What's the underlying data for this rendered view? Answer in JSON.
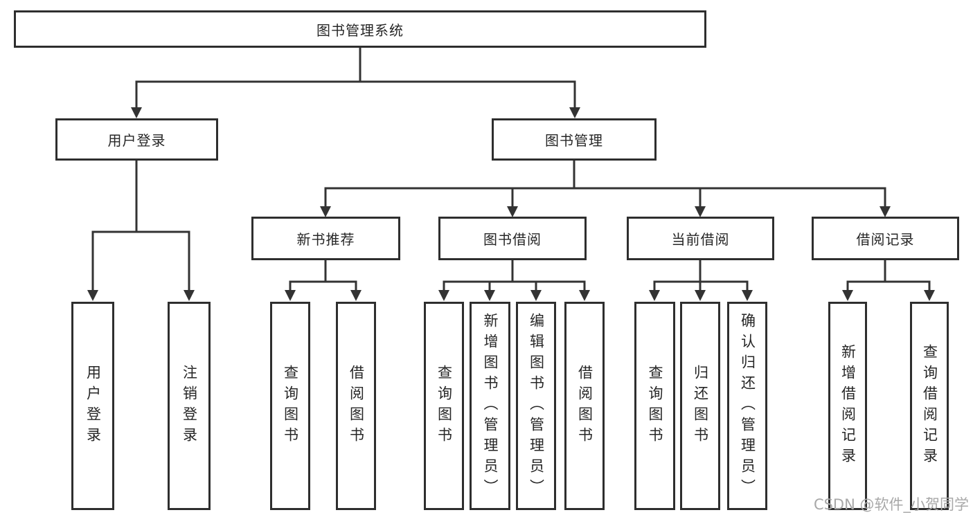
{
  "tree": {
    "label": "图书管理系统",
    "children": [
      {
        "label": "用户登录",
        "children": [
          {
            "label": "用户登录"
          },
          {
            "label": "注销登录"
          }
        ]
      },
      {
        "label": "图书管理",
        "children": [
          {
            "label": "新书推荐",
            "children": [
              {
                "label": "查询图书"
              },
              {
                "label": "借阅图书"
              }
            ]
          },
          {
            "label": "图书借阅",
            "children": [
              {
                "label": "查询图书"
              },
              {
                "label": "新增图书（管理员）"
              },
              {
                "label": "编辑图书（管理员）"
              },
              {
                "label": "借阅图书"
              }
            ]
          },
          {
            "label": "当前借阅",
            "children": [
              {
                "label": "查询图书"
              },
              {
                "label": "归还图书"
              },
              {
                "label": "确认归还（管理员）"
              }
            ]
          },
          {
            "label": "借阅记录",
            "children": [
              {
                "label": "新增借阅记录"
              },
              {
                "label": "查询借阅记录"
              }
            ]
          }
        ]
      }
    ]
  },
  "watermark": "CSDN @软件_小贺同学",
  "colors": {
    "line": "#333333",
    "border": "#2e2e2e",
    "text": "#262626",
    "watermark": "#a8a8a8"
  }
}
